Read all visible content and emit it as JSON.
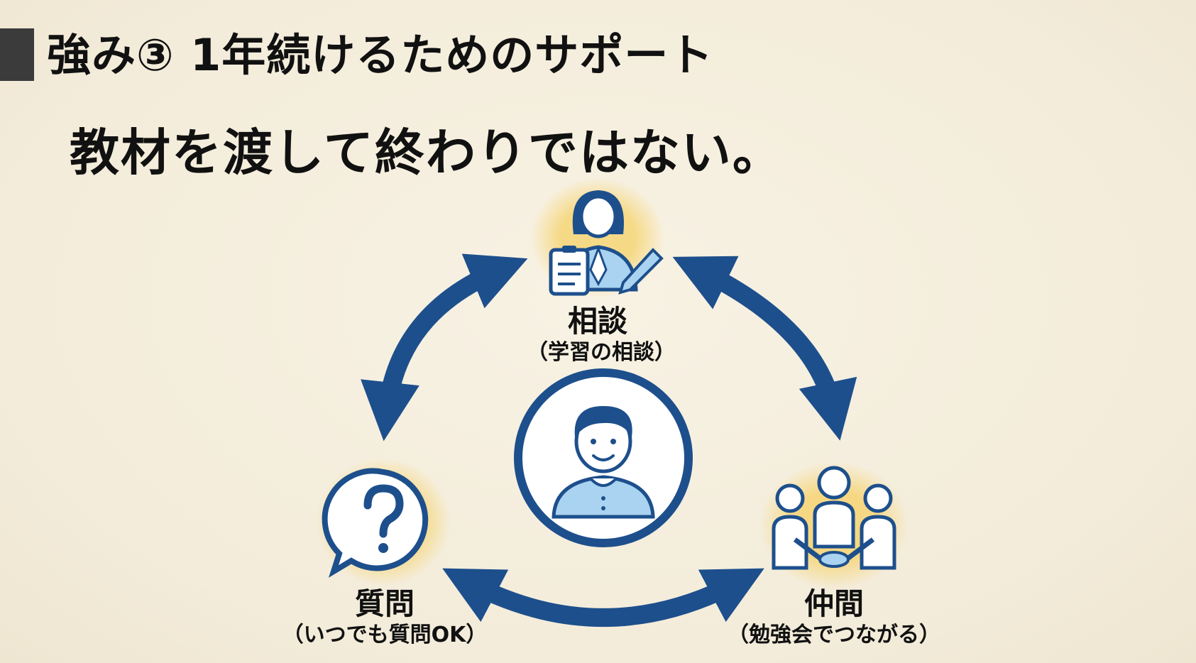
{
  "slide": {
    "title": "強み③ 1年続けるためのサポート",
    "subtitle": "教材を渡して終わりではない。"
  },
  "colors": {
    "accent_blue": "#1d4f8c",
    "light_blue": "#a9d3f0",
    "glow_yellow": "#f6c63a",
    "background": "#f6efdf"
  },
  "nodes": {
    "consult": {
      "label": "相談",
      "sublabel": "（学習の相談）",
      "icon": "teacher-clipboard-icon"
    },
    "question": {
      "label": "質問",
      "sublabel": "（いつでも質問OK）",
      "icon": "question-bubble-icon"
    },
    "peers": {
      "label": "仲間",
      "sublabel": "（勉強会でつながる）",
      "icon": "group-handshake-icon"
    },
    "center": {
      "icon": "student-avatar-icon"
    }
  }
}
